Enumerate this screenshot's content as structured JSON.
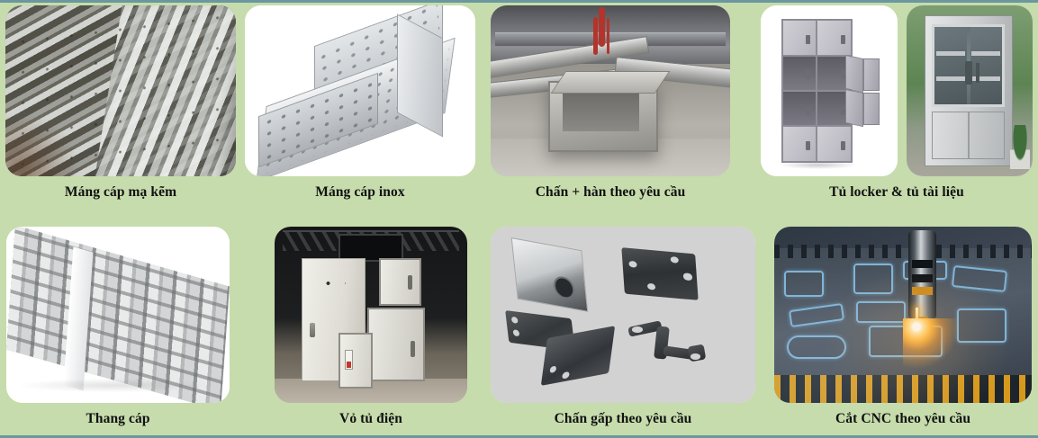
{
  "page": {
    "title": "Danh mục sản phẩm cơ khí",
    "background_color": "#c6dcac",
    "accent_line_color": "#5a8c9c",
    "caption_color": "#111111"
  },
  "gallery": {
    "rows": 2,
    "columns": 4,
    "items": [
      {
        "id": "mang-cap-ma-kem",
        "caption": "Máng cáp mạ kẽm",
        "image_alt": "Chồng máng cáp mạ kẽm xếp trong xưởng",
        "card_background": "#ffffff",
        "row": 1,
        "column": 1
      },
      {
        "id": "mang-cap-inox",
        "caption": "Máng cáp inox",
        "image_alt": "Máng cáp inox đục lỗ trên nền trắng",
        "card_background": "#ffffff",
        "row": 1,
        "column": 2
      },
      {
        "id": "chan-han-theo-yeu-cau",
        "caption": "Chấn + hàn theo yêu cầu",
        "image_alt": "Hộp kim loại hàn và máy chấn trong xưởng",
        "card_background": "#ffffff",
        "row": 1,
        "column": 3
      },
      {
        "id": "tu-locker-tu-tai-lieu",
        "caption": "Tủ locker & tủ tài liệu",
        "image_alt": "Tủ locker nhiều ngăn và tủ tài liệu cánh kính",
        "card_background": "#ffffff",
        "row": 1,
        "column": 4,
        "sub_images": [
          "Tủ locker 8 ngăn",
          "Tủ tài liệu cánh kính"
        ]
      },
      {
        "id": "thang-cap",
        "caption": "Thang cáp",
        "image_alt": "Bó thang cáp kim loại trên nền trắng",
        "card_background": "#ffffff",
        "row": 2,
        "column": 1
      },
      {
        "id": "vo-tu-dien",
        "caption": "Vỏ tủ điện",
        "image_alt": "Các vỏ tủ điện kích thước khác nhau",
        "card_background": "#1d1f20",
        "row": 2,
        "column": 2
      },
      {
        "id": "chan-gap-theo-yeu-cau",
        "caption": "Chấn gấp theo yêu cầu",
        "image_alt": "Các chi tiết kim loại chấn gấp trên nền xám",
        "card_background": "#d2d2d2",
        "row": 2,
        "column": 3
      },
      {
        "id": "cat-cnc-theo-yeu-cau",
        "caption": "Cắt CNC theo yêu cầu",
        "image_alt": "Đầu cắt CNC plasma đang cắt tấm thép",
        "card_background": "#2e3843",
        "row": 2,
        "column": 4
      }
    ]
  }
}
